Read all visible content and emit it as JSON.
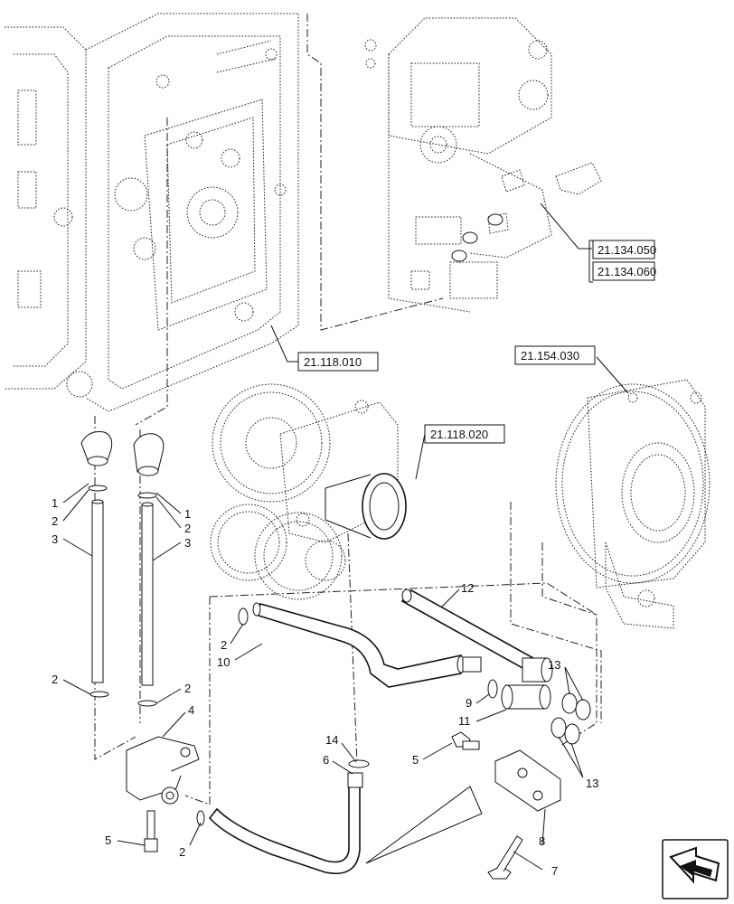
{
  "references": [
    "21.134.050",
    "21.134.060",
    "21.118.010",
    "21.154.030",
    "21.118.020"
  ],
  "callouts": {
    "c1a": "1",
    "c2a": "2",
    "c3a": "3",
    "c2b": "2",
    "c1b": "1",
    "c2c": "2",
    "c3b": "3",
    "c2d": "2",
    "c4": "4",
    "c5a": "5",
    "c2e": "2",
    "c2f": "2",
    "c10": "10",
    "c12": "12",
    "c9": "9",
    "c11": "11",
    "c13a": "13",
    "c13b": "13",
    "c14": "14",
    "c6": "6",
    "c5b": "5",
    "c8": "8",
    "c7": "7"
  },
  "icons": {
    "nav": "next-page-arrow-icon"
  }
}
